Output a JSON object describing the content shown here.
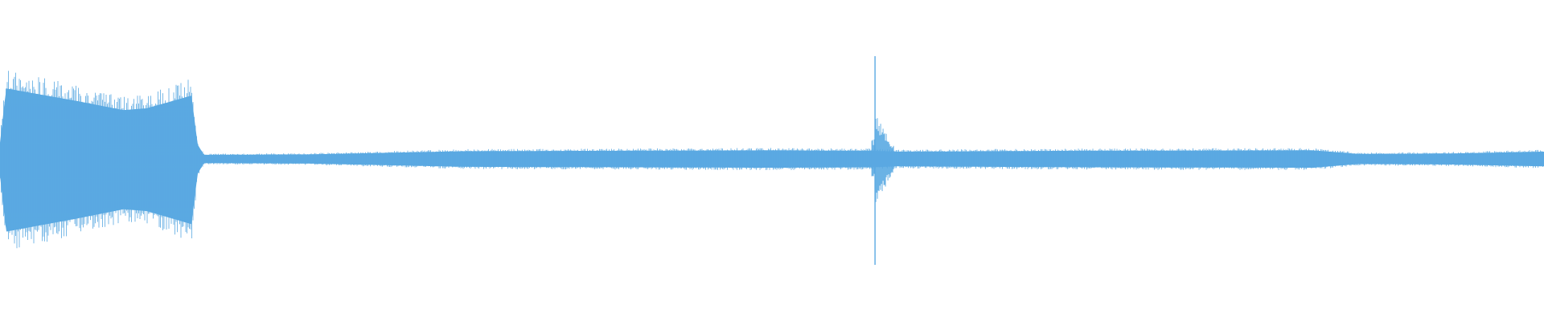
{
  "waveform": {
    "color": "#5aa9e2",
    "background": "#ffffff",
    "amplitude_segments": [
      {
        "from": 0.0,
        "to": 0.004,
        "start": 0.18,
        "end": 0.78
      },
      {
        "from": 0.004,
        "to": 0.05,
        "start": 0.78,
        "end": 0.64
      },
      {
        "from": 0.05,
        "to": 0.08,
        "start": 0.64,
        "end": 0.54
      },
      {
        "from": 0.08,
        "to": 0.095,
        "start": 0.54,
        "end": 0.56
      },
      {
        "from": 0.095,
        "to": 0.124,
        "start": 0.56,
        "end": 0.7
      },
      {
        "from": 0.124,
        "to": 0.128,
        "start": 0.7,
        "end": 0.16
      },
      {
        "from": 0.128,
        "to": 0.132,
        "start": 0.16,
        "end": 0.045
      },
      {
        "from": 0.132,
        "to": 0.2,
        "start": 0.045,
        "end": 0.05
      },
      {
        "from": 0.2,
        "to": 0.3,
        "start": 0.05,
        "end": 0.085
      },
      {
        "from": 0.3,
        "to": 0.5,
        "start": 0.085,
        "end": 0.095
      },
      {
        "from": 0.5,
        "to": 0.566,
        "start": 0.095,
        "end": 0.09
      },
      {
        "from": 0.566,
        "to": 0.58,
        "start": 0.09,
        "end": 0.08
      },
      {
        "from": 0.58,
        "to": 0.7,
        "start": 0.08,
        "end": 0.09
      },
      {
        "from": 0.7,
        "to": 0.85,
        "start": 0.09,
        "end": 0.095
      },
      {
        "from": 0.85,
        "to": 0.88,
        "start": 0.095,
        "end": 0.055
      },
      {
        "from": 0.88,
        "to": 0.94,
        "start": 0.055,
        "end": 0.06
      },
      {
        "from": 0.94,
        "to": 1.0,
        "start": 0.06,
        "end": 0.08
      }
    ],
    "transients": [
      {
        "position": 0.5667,
        "peak_up": 1.0,
        "peak_down": 1.0,
        "decay": 0.012
      }
    ]
  }
}
